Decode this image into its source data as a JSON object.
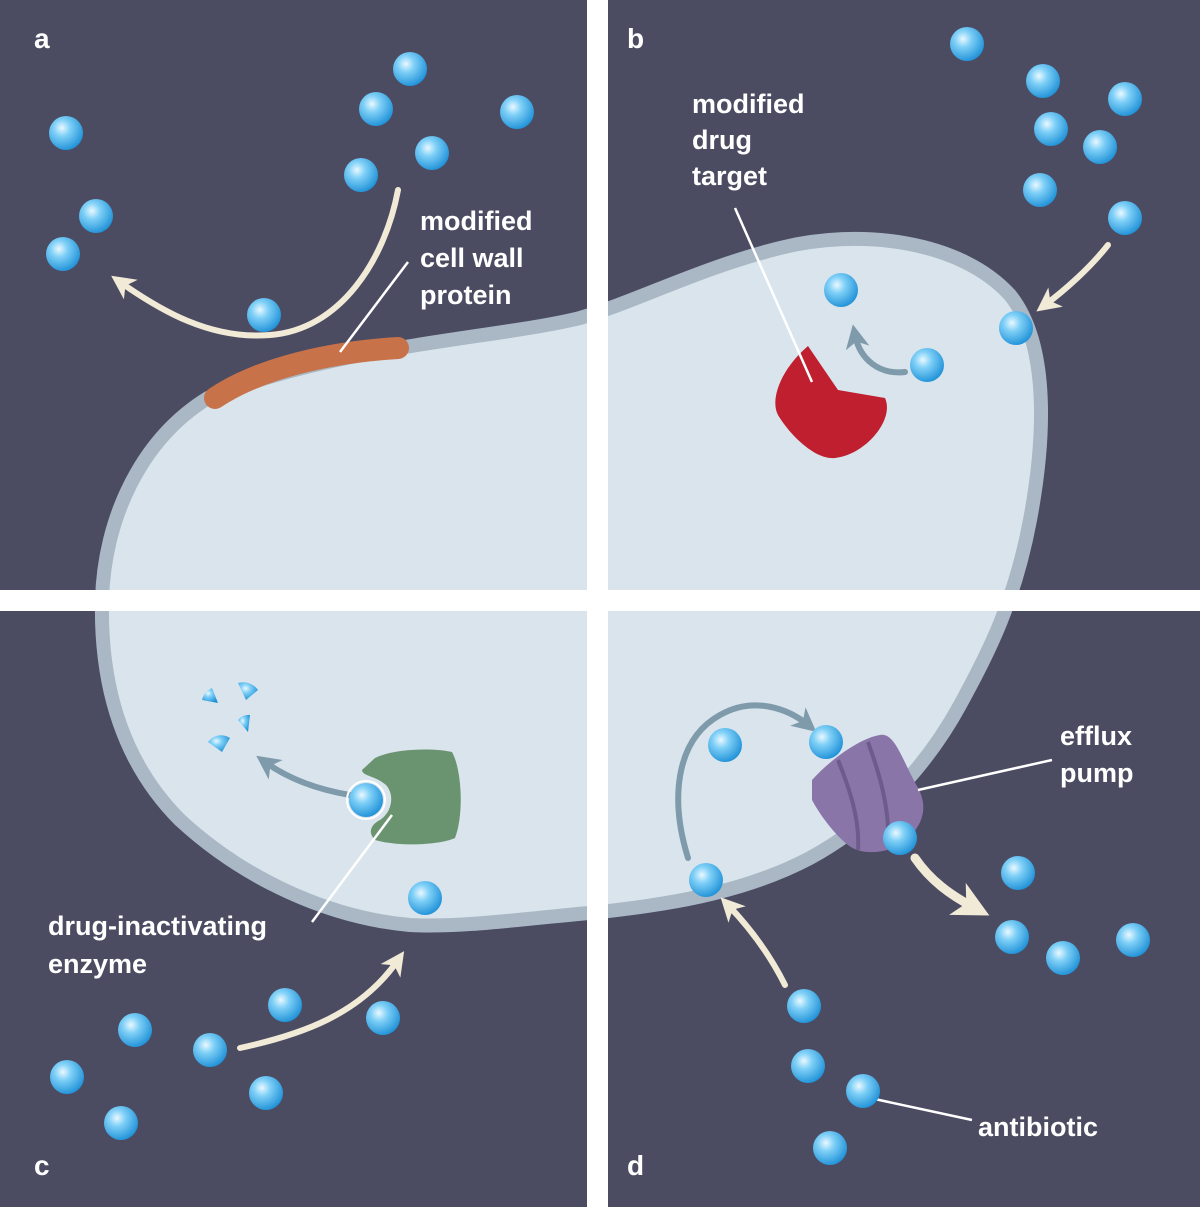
{
  "panels": {
    "a": {
      "letter": "a",
      "label": [
        "modified",
        "cell wall",
        "protein"
      ]
    },
    "b": {
      "letter": "b",
      "label": [
        "modified",
        "drug",
        "target"
      ]
    },
    "c": {
      "letter": "c",
      "label": [
        "drug-inactivating",
        "enzyme"
      ]
    },
    "d": {
      "letter": "d",
      "label": [
        "efflux",
        "pump"
      ],
      "antibiotic_label": "antibiotic"
    }
  },
  "colors": {
    "background": "#4b4b62",
    "divider": "#ffffff",
    "cell_fill": "#d9e4ec",
    "cell_wall": "#a9b8c4",
    "antibiotic": "#3aa4e0",
    "cell_wall_protein": "#c8724a",
    "drug_target": "#c01f2f",
    "enzyme": "#6a9470",
    "efflux_pump": "#8a75a8",
    "external_arrow": "#f1ead6",
    "internal_arrow": "#7f9bab"
  }
}
